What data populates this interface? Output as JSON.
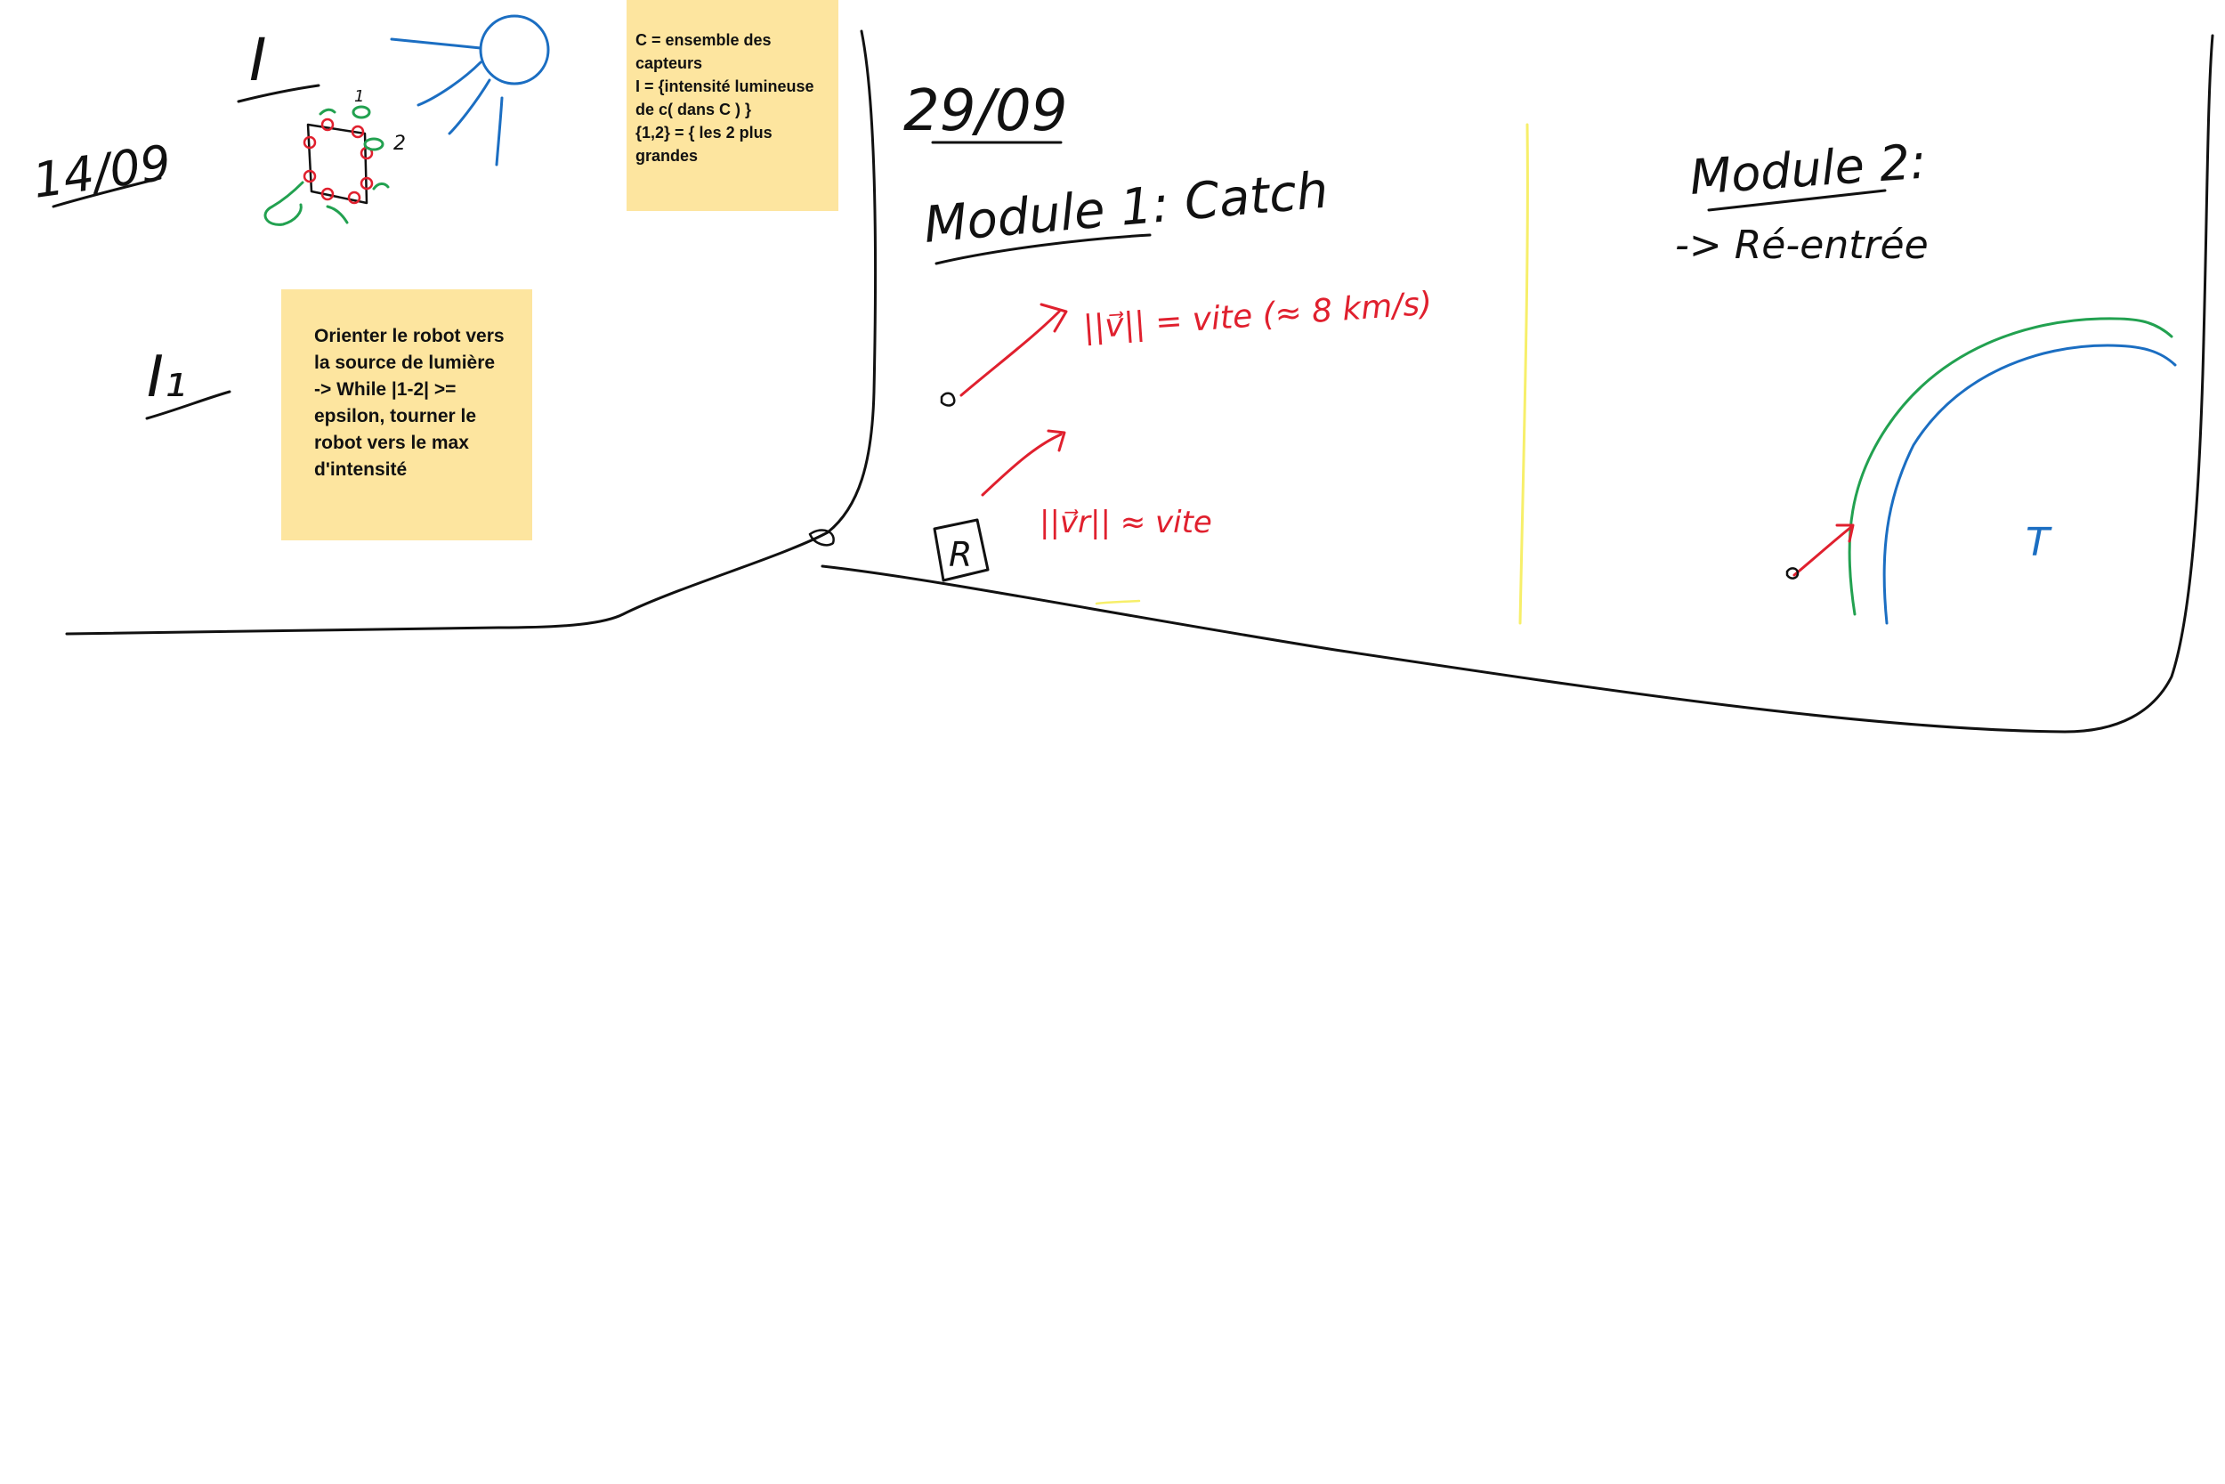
{
  "notes": {
    "capteurs": "C = ensemble des capteurs\nI = {intensité lumineuse de c( dans C ) }\n{1,2} = { les 2 plus grandes",
    "orienter": "Orienter le robot vers la source de lumière\n-> While |1-2| >= epsilon, tourner le robot vers le max d'intensité"
  },
  "handwriting": {
    "date_1": "14/09",
    "label_I": "I",
    "label_I1": "I₁",
    "sensor_1": "1",
    "sensor_2": "2",
    "date_2": "29/09",
    "module_1": "Module 1: Catch",
    "velocity_1": "||v⃗|| = vite (≈ 8 km/s)",
    "robot_label": "R",
    "velocity_2": "||v⃗r|| ≈ vite",
    "module_2": "Module 2:",
    "reentry": "-> Ré-entrée",
    "target_T": "T"
  },
  "colors": {
    "sticky": "#fde59f",
    "ink_black": "#111111",
    "ink_red": "#e0202e",
    "ink_green": "#22a150",
    "ink_blue": "#1b6ec2",
    "ink_yellow": "#f7ef6a"
  }
}
